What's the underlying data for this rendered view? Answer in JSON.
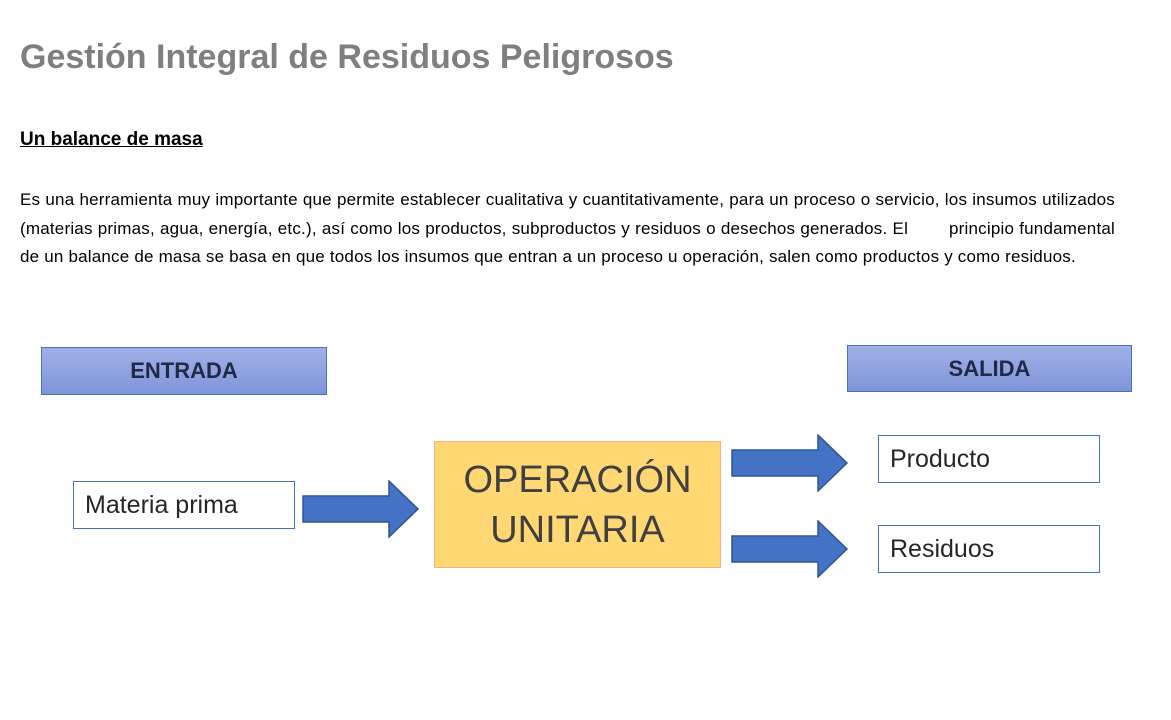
{
  "title": "Gestión Integral de Residuos Peligrosos",
  "subtitle": "Un balance de masa",
  "paragraph": "Es una herramienta muy importante que permite establecer cualitativa y cuantitativamente, para un proceso o servicio, los insumos utilizados (materias primas, agua, energía, etc.), así como los productos, subproductos y residuos o desechos generados. El        principio fundamental de un balance de masa se basa en que todos los insumos que entran a un proceso u operación, salen como productos y como residuos.",
  "diagram": {
    "input_header": "ENTRADA",
    "output_header": "SALIDA",
    "input_item": "Materia prima",
    "process_line1": "OPERACIÓN",
    "process_line2": "UNITARIA",
    "output_item_1": "Producto",
    "output_item_2": "Residuos",
    "icons": [
      "arrow-right-icon",
      "arrow-right-icon",
      "arrow-right-icon"
    ]
  },
  "colors": {
    "title": "#7f7f7f",
    "header_fill": "#8ea2e0",
    "border_blue": "#4472c4",
    "arrow_fill": "#4472c4",
    "process_fill": "#ffd773",
    "process_border": "#f4b183"
  }
}
